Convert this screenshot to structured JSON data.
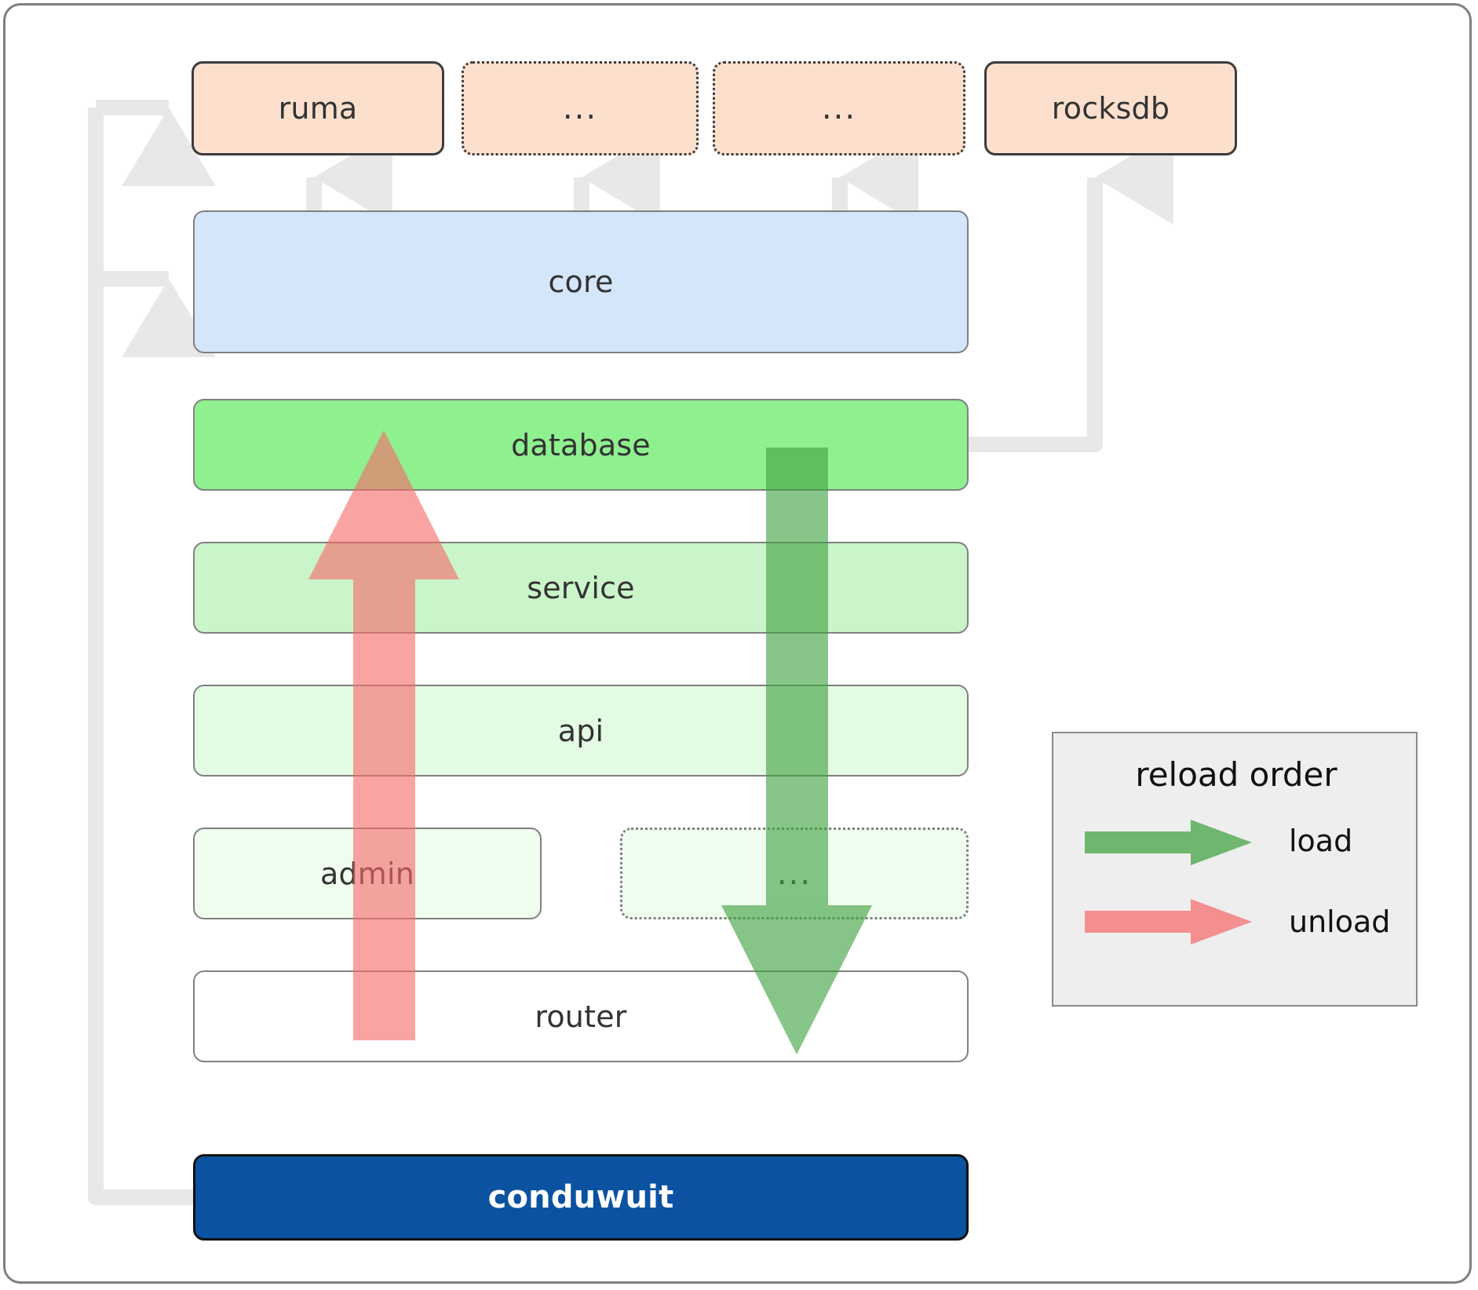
{
  "diagram": {
    "title": "conduwuit crate / reload order architecture",
    "dependencies": [
      {
        "id": "ruma",
        "label": "ruma",
        "style": "solid",
        "color": "#fce0cd"
      },
      {
        "id": "dep1",
        "label": "...",
        "style": "dotted",
        "color": "#fce0cd"
      },
      {
        "id": "dep2",
        "label": "...",
        "style": "dotted",
        "color": "#fce0cd"
      },
      {
        "id": "rocksdb",
        "label": "rocksdb",
        "style": "solid",
        "color": "#fce0cd"
      }
    ],
    "layers": [
      {
        "id": "core",
        "label": "core",
        "style": "solid",
        "color": "#d4e6fa"
      },
      {
        "id": "database",
        "label": "database",
        "style": "solid",
        "color": "#8ff08f"
      },
      {
        "id": "service",
        "label": "service",
        "style": "solid",
        "color": "#caf5ca"
      },
      {
        "id": "api",
        "label": "api",
        "style": "solid",
        "color": "#e3fae3"
      },
      {
        "id": "admin",
        "label": "admin",
        "style": "solid",
        "color": "#effdef"
      },
      {
        "id": "dots3",
        "label": "...",
        "style": "dotted",
        "color": "#effdef"
      },
      {
        "id": "router",
        "label": "router",
        "style": "solid",
        "color": "#ffffff"
      }
    ],
    "binary": {
      "id": "conduwuit",
      "label": "conduwuit",
      "color": "#0b52a0",
      "text_color": "#ffffff"
    },
    "legend": {
      "title": "reload order",
      "entries": [
        {
          "label": "load",
          "color": "#55aa55",
          "direction": "down"
        },
        {
          "label": "unload",
          "color": "#fa7f7f",
          "direction": "up"
        }
      ]
    },
    "colors": {
      "connector": "#e8e8e8",
      "frame_border": "#808080",
      "text": "#333333",
      "load_arrow": "#3fa13f",
      "unload_arrow": "#f76b6b"
    }
  }
}
